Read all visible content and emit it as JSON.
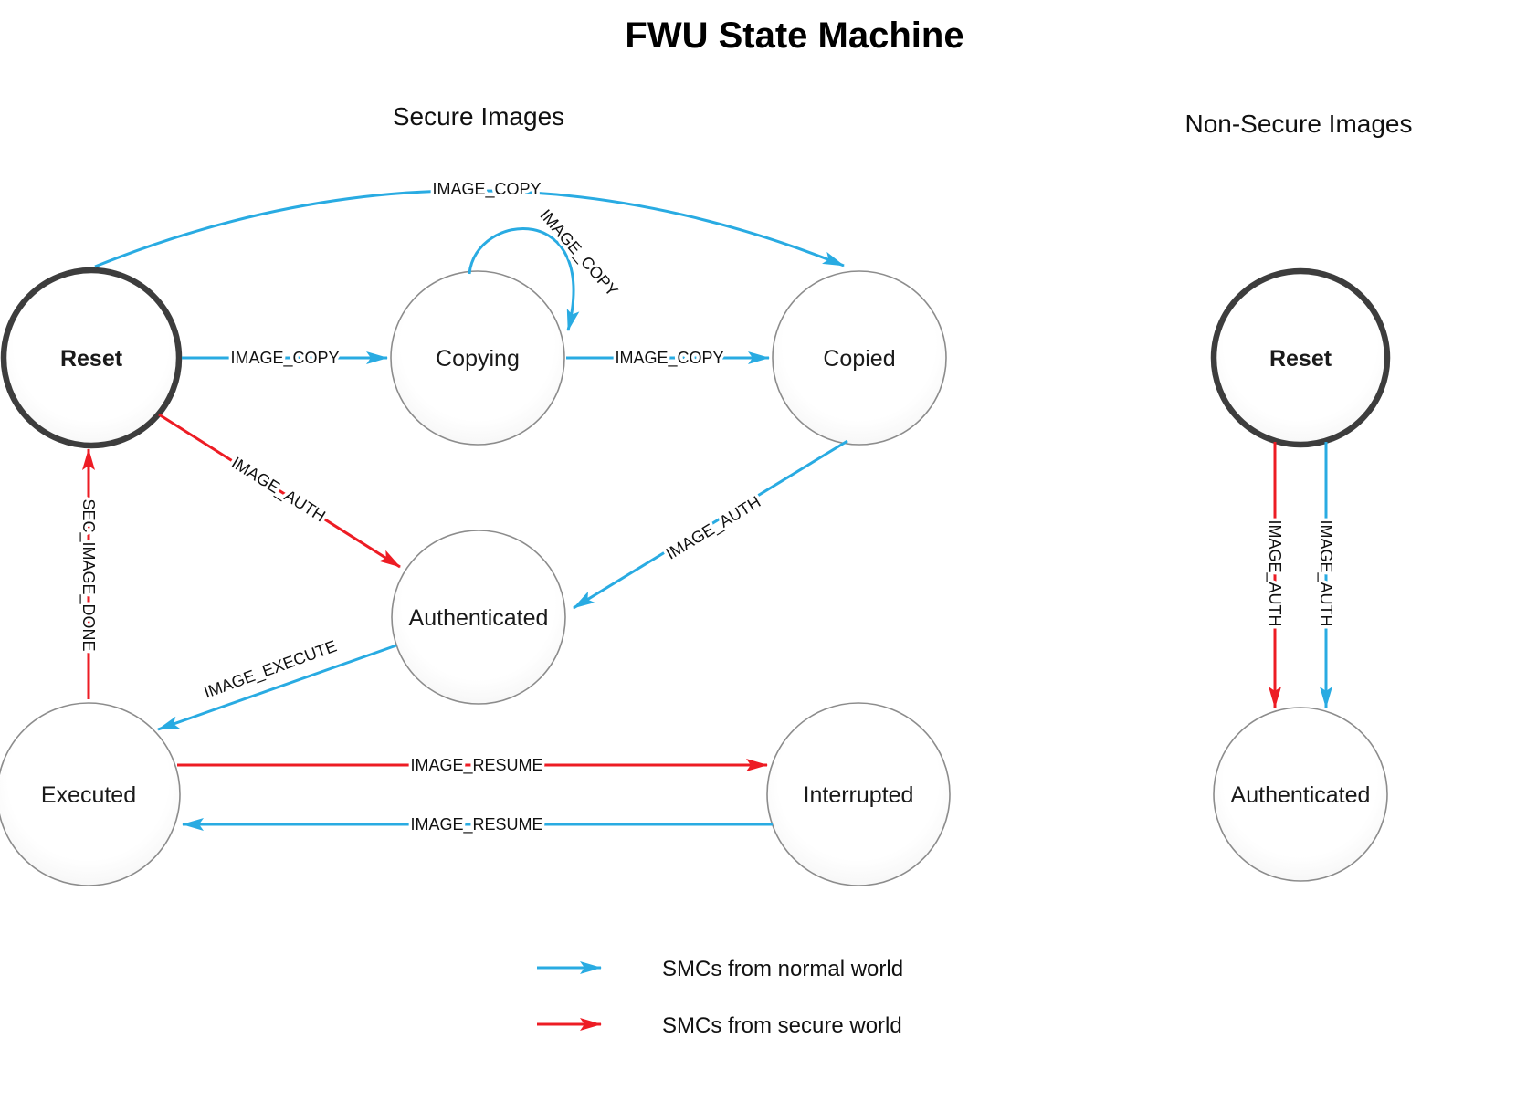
{
  "title": "FWU State Machine",
  "sections": {
    "secure": {
      "label": "Secure Images"
    },
    "non_secure": {
      "label": "Non-Secure Images"
    }
  },
  "states": {
    "reset_secure": {
      "label": "Reset",
      "initial": true
    },
    "copying": {
      "label": "Copying"
    },
    "copied": {
      "label": "Copied"
    },
    "authenticated": {
      "label": "Authenticated"
    },
    "executed": {
      "label": "Executed"
    },
    "interrupted": {
      "label": "Interrupted"
    },
    "reset_non_secure": {
      "label": "Reset",
      "initial": true
    },
    "authenticated_non_secure": {
      "label": "Authenticated"
    }
  },
  "transitions": {
    "reset_to_copied_arc": {
      "label": "IMAGE_COPY",
      "world": "normal"
    },
    "copying_self_loop": {
      "label": "IMAGE_COPY",
      "world": "normal"
    },
    "reset_to_copying": {
      "label": "IMAGE_COPY",
      "world": "normal"
    },
    "copying_to_copied": {
      "label": "IMAGE_COPY",
      "world": "normal"
    },
    "reset_to_authenticated": {
      "label": "IMAGE_AUTH",
      "world": "secure"
    },
    "copied_to_authenticated": {
      "label": "IMAGE_AUTH",
      "world": "normal"
    },
    "authenticated_to_executed": {
      "label": "IMAGE_EXECUTE",
      "world": "normal"
    },
    "executed_to_reset": {
      "label": "SEC_IMAGE_DONE",
      "world": "secure"
    },
    "executed_to_interrupted": {
      "label": "IMAGE_RESUME",
      "world": "secure"
    },
    "interrupted_to_executed": {
      "label": "IMAGE_RESUME",
      "world": "normal"
    },
    "ns_reset_to_authenticated_secure": {
      "label": "IMAGE_AUTH",
      "world": "secure"
    },
    "ns_reset_to_authenticated_normal": {
      "label": "IMAGE_AUTH",
      "world": "normal"
    }
  },
  "legend": {
    "normal_world": {
      "label": "SMCs from normal world",
      "color": "#29ABE2"
    },
    "secure_world": {
      "label": "SMCs from secure world",
      "color": "#ED1C24"
    }
  }
}
